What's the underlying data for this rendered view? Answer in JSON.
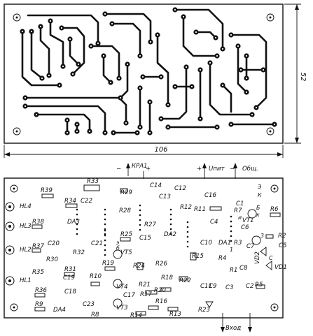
{
  "figure": {
    "dimensions": {
      "width": "106",
      "height": "52"
    },
    "connections": {
      "kpa1": "КРА1",
      "minus": "−",
      "plus": "+",
      "supply": "Uпит",
      "common": "Общ.",
      "input": "Вход"
    },
    "components": [
      "R39",
      "R33",
      "R29",
      "C14",
      "C12",
      "C16",
      "R34",
      "C22",
      "C13",
      "R12",
      "HL4",
      "R28",
      "C1",
      "R6",
      "R11",
      "R7",
      "DA3",
      "HL3",
      "R38",
      "R27",
      "C4",
      "C5",
      "R2",
      "VT1",
      "R25",
      "C15",
      "DA2",
      "C10",
      "DA1",
      "R3",
      "C7",
      "C6",
      "R37",
      "C20",
      "C21",
      "R32",
      "VT5",
      "R26",
      "HL2",
      "R30",
      "R19",
      "R15",
      "R4",
      "C8",
      "R1",
      "VD2",
      "VD1",
      "R35",
      "R31",
      "C19",
      "R10",
      "R24",
      "R18",
      "R22",
      "C11",
      "C9",
      "C3",
      "C2",
      "R5",
      "R36",
      "C18",
      "VT4",
      "R21",
      "R20",
      "HL1",
      "C17",
      "R17",
      "R16",
      "R9",
      "DA4",
      "R8",
      "VT3",
      "R14",
      "R13",
      "R23",
      "C23"
    ],
    "pin_marks": [
      "Э",
      "К",
      "Б",
      "к",
      "э",
      "б",
      "и",
      "3",
      "С",
      "1"
    ]
  }
}
